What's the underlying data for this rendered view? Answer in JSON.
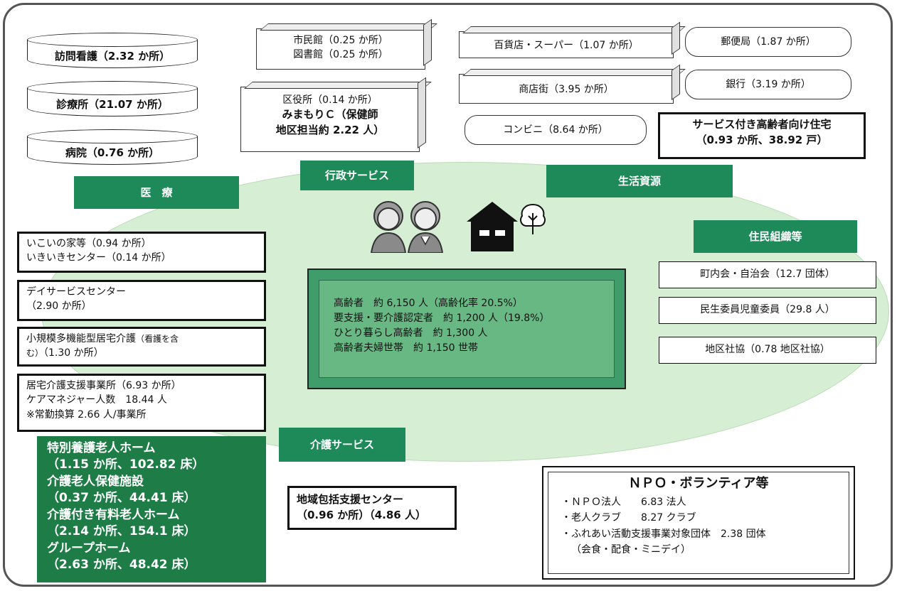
{
  "medical": {
    "title": "医　療",
    "items": [
      "訪問看護（2.32 か所）",
      "診療所（21.07 か所）",
      "病院（0.76 か所）"
    ]
  },
  "admin": {
    "title": "行政サービス",
    "civic_line1": "市民館（0.25 か所）",
    "civic_line2": "図書館（0.25 か所）",
    "ward_line1": "区役所（0.14 か所）",
    "ward_line2": "みまもりＣ（保健師",
    "ward_line3": "地区担当約 2.22 人）"
  },
  "living": {
    "title": "生活資源",
    "department": "百貨店・スーパー（1.07 か所）",
    "shopping_street": "商店街（3.95 か所）",
    "convenience": "コンビニ（8.64 か所）",
    "post_office": "郵便局（1.87 か所）",
    "bank": "銀行（3.19 か所）",
    "housing_line1": "サービス付き高齢者向け住宅",
    "housing_line2": "（0.93 か所、38.92 戸）"
  },
  "residents": {
    "title": "住民組織等",
    "items": [
      "町内会・自治会（12.7 団体）",
      "民生委員児童委員（29.8 人）",
      "地区社協（0.78 地区社協）"
    ]
  },
  "center": {
    "lines": [
      "高齢者　約 6,150 人（高齢化率 20.5%）",
      "要支援・要介護認定者　約 1,200 人（19.8%）",
      "ひとり暮らし高齢者　約 1,300 人",
      "高齢者夫婦世帯　約 1,150 世帯"
    ]
  },
  "care": {
    "title": "介護サービス",
    "box1_line1": "いこいの家等（0.94 か所）",
    "box1_line2": "いきいきセンター（0.14 か所）",
    "box2_line1": "デイサービスセンター",
    "box2_line2": "（2.90 か所）",
    "box3_line1a": "小規模多機能型居宅介護",
    "box3_line1b": "（看護を含",
    "box3_line2a": "む）",
    "box3_line2b": "（1.30 か所）",
    "box4_line1": "居宅介護支援事業所（6.93 か所）",
    "box4_line2": "ケアマネジャー人数　18.44 人",
    "box4_line3": "※常勤換算 2.66 人/事業所",
    "facility_lines": [
      "特別養護老人ホーム",
      "（1.15 か所、102.82 床）",
      "介護老人保健施設",
      "（0.37 か所、44.41 床）",
      "介護付き有料老人ホーム",
      "（2.14 か所、154.1 床）",
      "グループホーム",
      "（2.63 か所、48.42 床）"
    ],
    "support_line1": "地域包括支援センター",
    "support_line2": "（0.96 か所）（4.86 人）"
  },
  "npo": {
    "title": "ＮＰＯ・ボランティア等",
    "lines": [
      "・ＮＰＯ法人　　6.83 法人",
      "・老人クラブ　　8.27 クラブ",
      "・ふれあい活動支援事業対象団体　2.38 団体",
      "（会食・配食・ミニデイ）"
    ]
  },
  "colors": {
    "label_green": "#1e8a5a",
    "ellipse": "#d6eed3",
    "facility": "#1e7d47",
    "center": "#68b884"
  },
  "icons": [
    "elderly-couple-icon",
    "house-icon",
    "tree-icon"
  ]
}
